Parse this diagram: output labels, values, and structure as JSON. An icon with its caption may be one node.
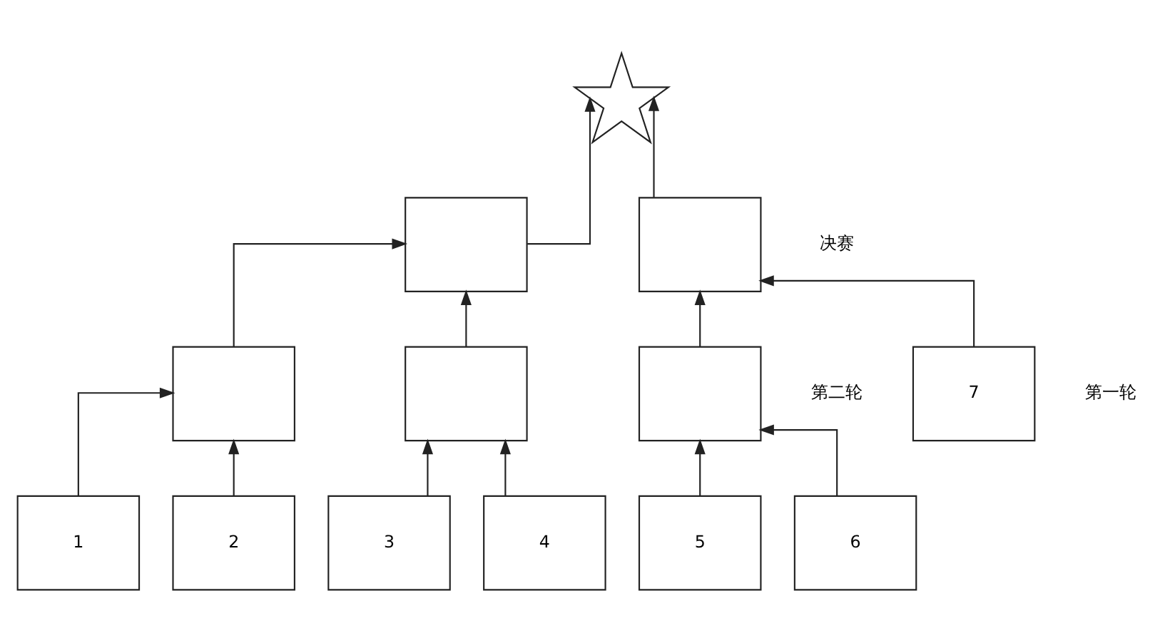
{
  "diagram": {
    "nodes": [
      {
        "text": [],
        "shape": "star"
      },
      {
        "text": [],
        "shape": "box"
      },
      {
        "text": [],
        "shape": "box"
      },
      {
        "text": [],
        "shape": "box"
      },
      {
        "text": [],
        "shape": "box"
      },
      {
        "text": [],
        "shape": "box"
      },
      {
        "text": [
          "1"
        ]
      },
      {
        "text": [
          "2"
        ]
      },
      {
        "text": [
          "3"
        ]
      },
      {
        "text": [
          "4"
        ]
      },
      {
        "text": [
          "5"
        ]
      },
      {
        "text": [
          "6"
        ]
      },
      {
        "text": [
          "7"
        ]
      }
    ],
    "edges": [
      {
        "from": 1,
        "to": 0,
        "arrow": "to"
      },
      {
        "from": 2,
        "to": 0,
        "arrow": "to"
      },
      {
        "from": 3,
        "to": 1,
        "arrow": "to"
      },
      {
        "from": 4,
        "to": 1,
        "arrow": "to"
      },
      {
        "from": 5,
        "to": 2,
        "arrow": "to"
      },
      {
        "from": 12,
        "to": 2,
        "arrow": "to"
      },
      {
        "from": 6,
        "to": 3,
        "arrow": "to"
      },
      {
        "from": 7,
        "to": 3,
        "arrow": "to"
      },
      {
        "from": 8,
        "to": 4,
        "arrow": "to"
      },
      {
        "from": 9,
        "to": 4,
        "arrow": "to"
      },
      {
        "from": 10,
        "to": 5,
        "arrow": "to"
      },
      {
        "from": 11,
        "to": 5,
        "arrow": "to"
      }
    ],
    "labels": [
      "决赛",
      "第二轮",
      "第一轮"
    ]
  }
}
